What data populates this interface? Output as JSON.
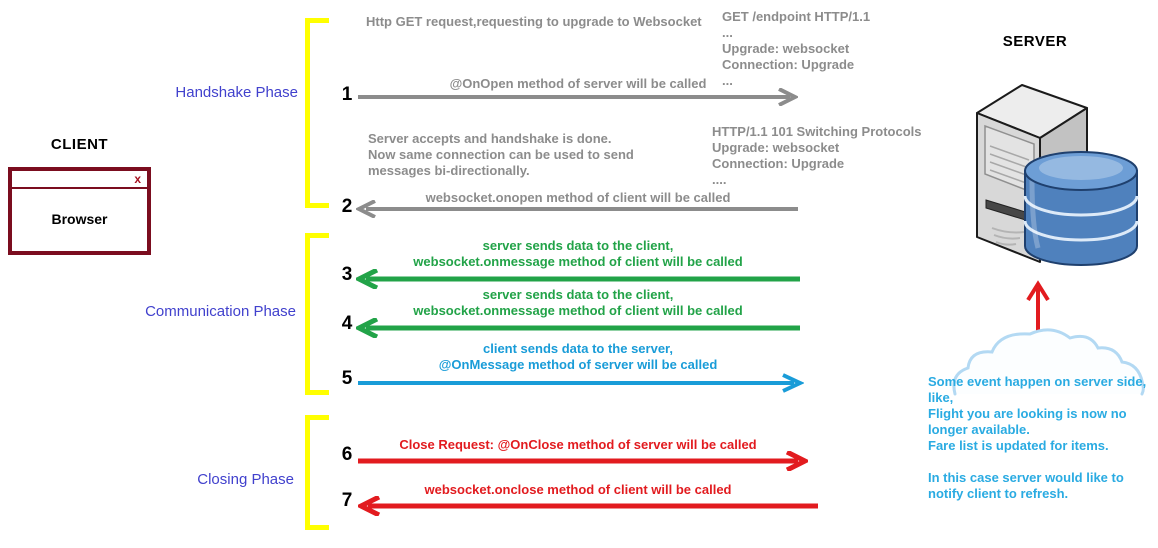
{
  "client": {
    "title": "CLIENT",
    "browser_label": "Browser",
    "close_button": "x"
  },
  "server": {
    "title": "SERVER"
  },
  "phases": [
    {
      "label": "Handshake Phase"
    },
    {
      "label": "Communication Phase"
    },
    {
      "label": "Closing Phase"
    }
  ],
  "annotations": {
    "http_get_note": "Http GET request,requesting to upgrade to Websocket",
    "request_headers": [
      "GET /endpoint HTTP/1.1",
      "...",
      "Upgrade: websocket",
      "Connection: Upgrade",
      "..."
    ],
    "response_headers": [
      "HTTP/1.1 101 Switching Protocols",
      "Upgrade: websocket",
      "Connection: Upgrade",
      "...."
    ],
    "handshake_note": [
      "Server accepts and handshake is done.",
      "Now same connection can be used to send",
      "messages bi-directionally."
    ],
    "server_event_note": [
      "Some event happen on server side,",
      "like,",
      "Flight you are looking is now no",
      "longer available.",
      "Fare list is updated for items.",
      "",
      "In this case server would like to",
      "notify client to refresh."
    ]
  },
  "arrows": [
    {
      "num": "1",
      "direction": "right",
      "color": "gray",
      "label": "@OnOpen method of server will be called"
    },
    {
      "num": "2",
      "direction": "left",
      "color": "gray",
      "label": "websocket.onopen method of client will be called"
    },
    {
      "num": "3",
      "direction": "left",
      "color": "green",
      "label": [
        "server sends data to the client,",
        "websocket.onmessage method of client will be called"
      ]
    },
    {
      "num": "4",
      "direction": "left",
      "color": "green",
      "label": [
        "server sends data to the client,",
        "websocket.onmessage method of client will be called"
      ]
    },
    {
      "num": "5",
      "direction": "right",
      "color": "blue",
      "label": [
        "client sends data to the server,",
        "@OnMessage method of server will be called"
      ]
    },
    {
      "num": "6",
      "direction": "right",
      "color": "red",
      "label": "Close Request: @OnClose method of server will be called"
    },
    {
      "num": "7",
      "direction": "left",
      "color": "red",
      "label": "websocket.onclose method of client will be called"
    }
  ],
  "colors": {
    "bracket_yellow": "#ffff00",
    "gray": "#8c8c8c",
    "green": "#22a348",
    "blue": "#199cd8",
    "red": "#e21b1f",
    "light_blue": "#2aabe2",
    "phase_blue": "#4141cd",
    "client_maroon": "#7b0d1f",
    "db_blue": "#4f81bd"
  }
}
